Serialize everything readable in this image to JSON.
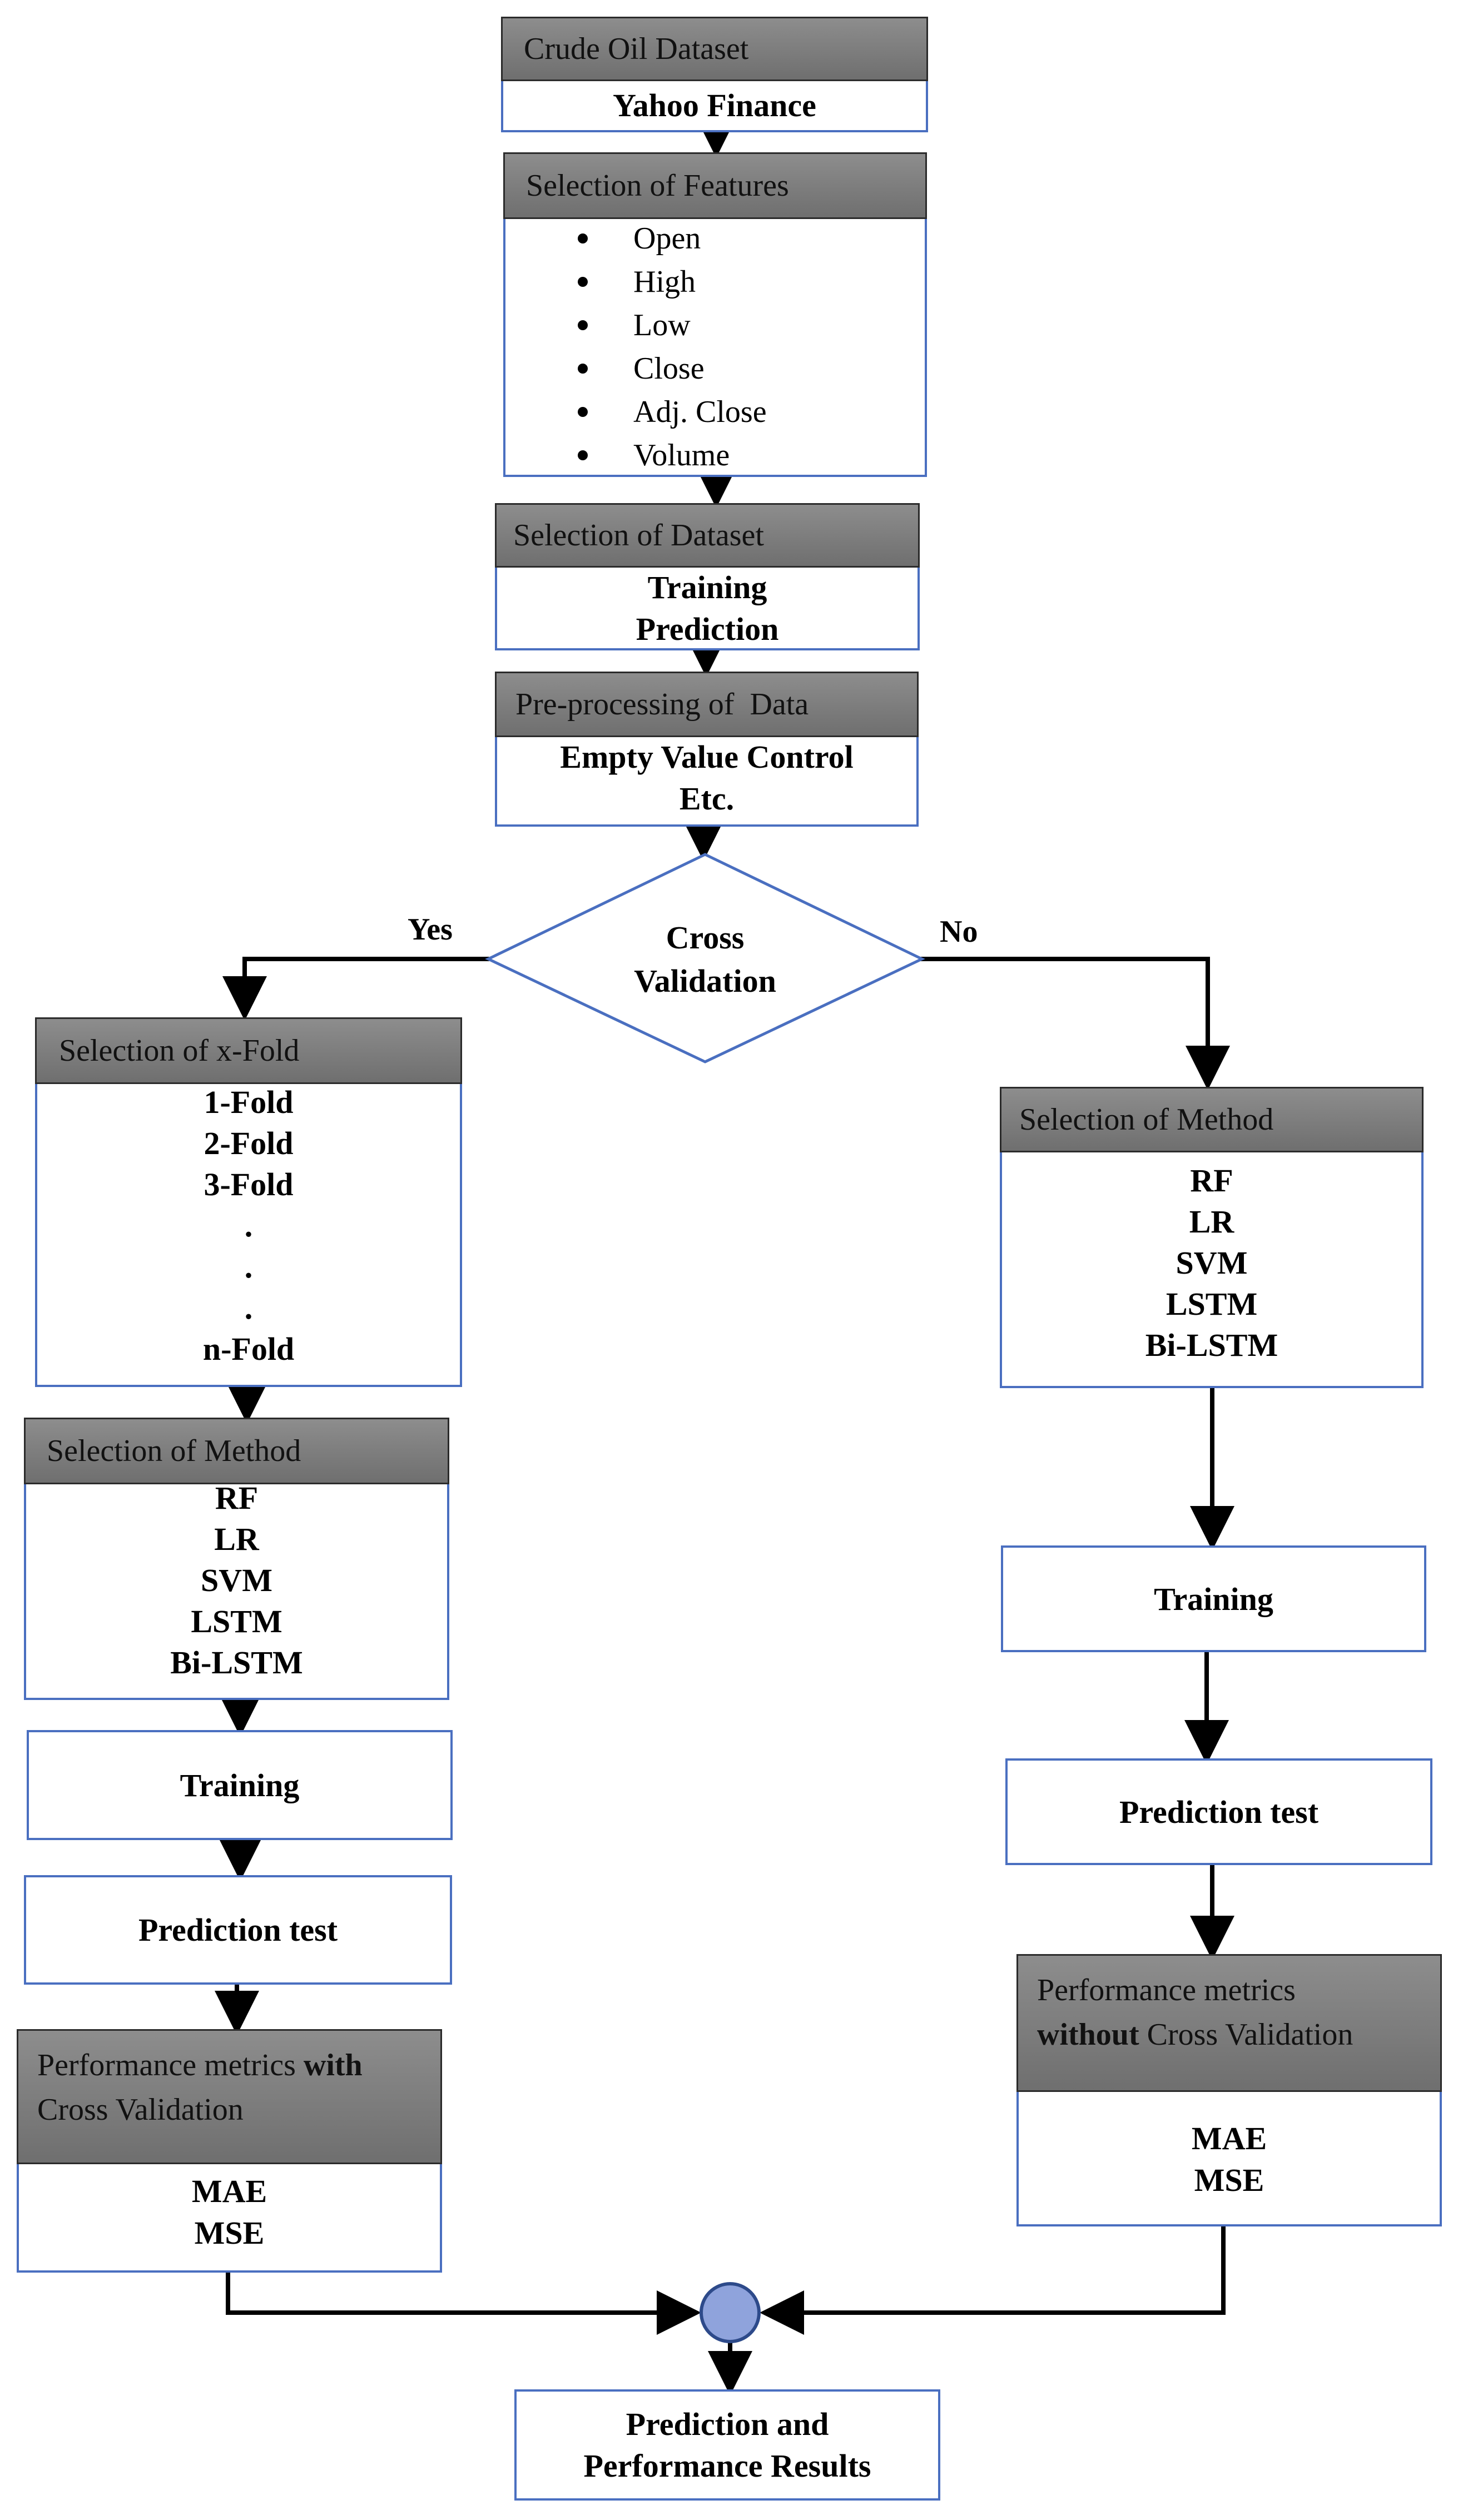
{
  "dataset": {
    "header": "Crude Oil Dataset",
    "body": "Yahoo Finance"
  },
  "features": {
    "header": "Selection of Features",
    "items": [
      "Open",
      "High",
      "Low",
      "Close",
      "Adj. Close",
      "Volume"
    ]
  },
  "dataset_selection": {
    "header": "Selection of Dataset",
    "lines": [
      "Training",
      "Prediction"
    ]
  },
  "preprocessing": {
    "header": "Pre-processing of  Data",
    "lines": [
      "Empty Value Control",
      "Etc."
    ]
  },
  "decision": {
    "lines": [
      "Cross",
      "Validation"
    ],
    "yes": "Yes",
    "no": "No"
  },
  "left_branch": {
    "folds": {
      "header": "Selection of x-Fold",
      "lines": [
        "1-Fold",
        "2-Fold",
        "3-Fold",
        ".",
        ".",
        ".",
        "n-Fold"
      ]
    },
    "method": {
      "header": "Selection of Method",
      "lines": [
        "RF",
        "LR",
        "SVM",
        "LSTM",
        "Bi-LSTM"
      ]
    },
    "training": "Training",
    "prediction": "Prediction test",
    "metrics": {
      "header_line1": "Performance metrics ",
      "header_line1_bold": "with",
      "header_line2": "Cross Validation",
      "lines": [
        "MAE",
        "MSE"
      ]
    }
  },
  "right_branch": {
    "method": {
      "header": "Selection of Method",
      "lines": [
        "RF",
        "LR",
        "SVM",
        "LSTM",
        "Bi-LSTM"
      ]
    },
    "training": "Training",
    "prediction": "Prediction test",
    "metrics": {
      "header_line1": "Performance metrics",
      "header_line2_bold": "without",
      "header_line2": " Cross Validation",
      "lines": [
        "MAE",
        "MSE"
      ]
    }
  },
  "result": {
    "lines": [
      "Prediction and",
      "Performance Results"
    ]
  },
  "colors": {
    "border": "#4a6fc0",
    "header": "#7b7b7b",
    "merge_node": "#8fa3dc",
    "arrow": "#000000"
  }
}
